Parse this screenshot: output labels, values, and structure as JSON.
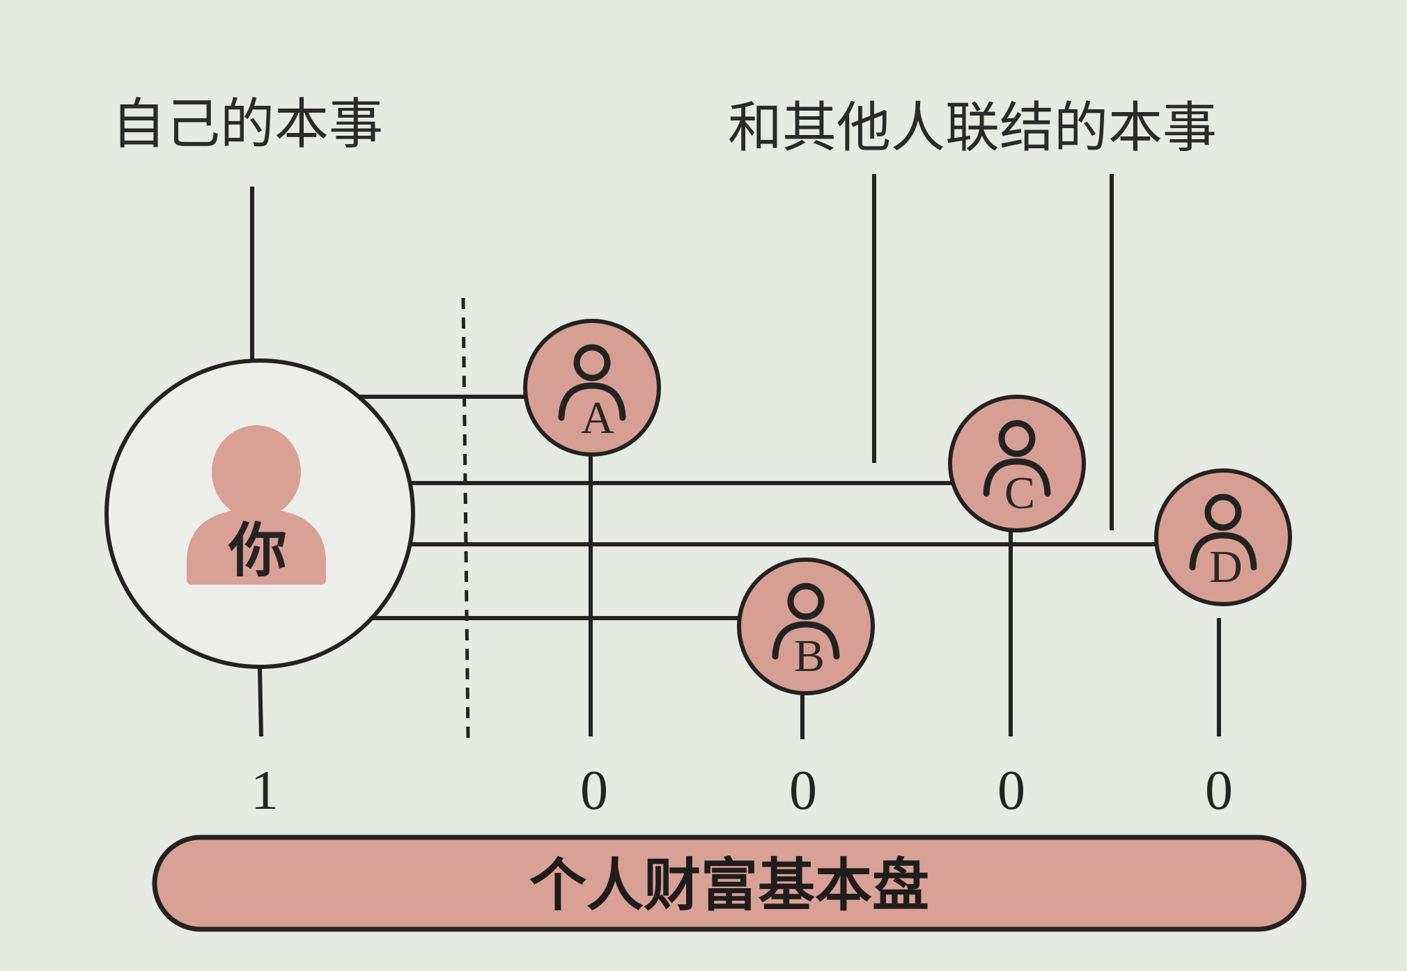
{
  "labels": {
    "self_skill": "自己的本事",
    "connect_skill": "和其他人联结的本事"
  },
  "you": {
    "label": "你"
  },
  "nodes": [
    {
      "id": "A",
      "letter": "A",
      "digit": "0"
    },
    {
      "id": "B",
      "letter": "B",
      "digit": "0"
    },
    {
      "id": "C",
      "letter": "C",
      "digit": "0"
    },
    {
      "id": "D",
      "letter": "D",
      "digit": "0"
    }
  ],
  "you_digit": "1",
  "base_bar": {
    "label": "个人财富基本盘"
  },
  "colors": {
    "node_fill": "#d79f93",
    "bar_fill": "#d9a196",
    "line": "#232221",
    "background": "#e7e9e3"
  }
}
